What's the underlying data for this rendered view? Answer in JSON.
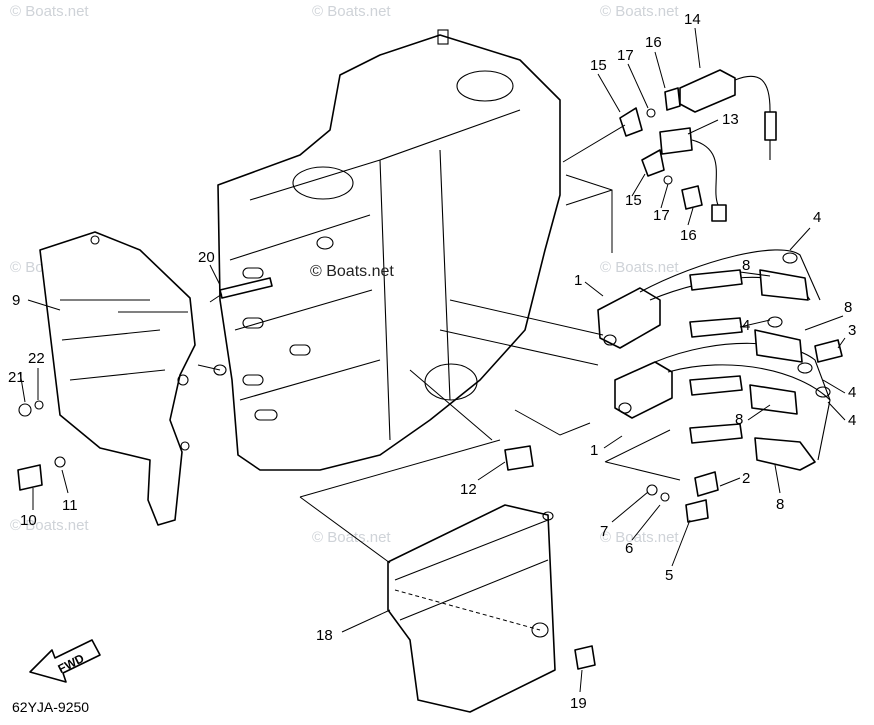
{
  "diagram": {
    "diagram_code": "62YJA-9250",
    "watermark_text": "© Boats.net",
    "center_watermark": "© Boats.net",
    "direction_label": "FWD",
    "callouts": [
      "1",
      "1",
      "2",
      "3",
      "4",
      "4",
      "4",
      "4",
      "5",
      "6",
      "7",
      "8",
      "8",
      "8",
      "8",
      "9",
      "10",
      "11",
      "12",
      "13",
      "14",
      "15",
      "15",
      "16",
      "16",
      "17",
      "17",
      "18",
      "19",
      "20",
      "21",
      "22"
    ]
  }
}
